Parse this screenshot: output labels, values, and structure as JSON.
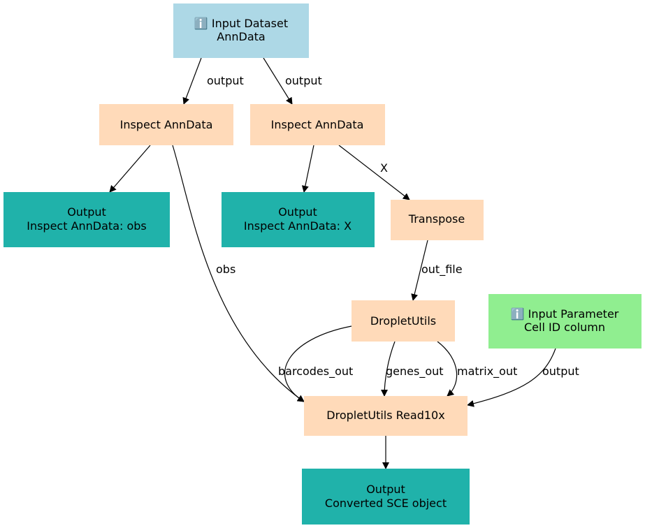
{
  "colors": {
    "input_dataset": "#add8e6",
    "input_parameter": "#90ee90",
    "tool": "#ffdab9",
    "output": "#20b2aa",
    "edge": "#000000"
  },
  "nodes": {
    "input_dataset": {
      "line1": "ℹ️ Input Dataset",
      "line2": "AnnData"
    },
    "inspect_1": {
      "label": "Inspect AnnData"
    },
    "inspect_2": {
      "label": "Inspect AnnData"
    },
    "output_obs": {
      "line1": "Output",
      "line2": "Inspect AnnData: obs"
    },
    "output_x": {
      "line1": "Output",
      "line2": "Inspect AnnData: X"
    },
    "transpose": {
      "label": "Transpose"
    },
    "dropletutils": {
      "label": "DropletUtils"
    },
    "input_parameter": {
      "line1": "ℹ️ Input Parameter",
      "line2": "Cell ID column"
    },
    "read10x": {
      "label": "DropletUtils Read10x"
    },
    "output_sce": {
      "line1": "Output",
      "line2": "Converted SCE object"
    }
  },
  "edges": {
    "dataset_to_inspect1": "output",
    "dataset_to_inspect2": "output",
    "inspect2_to_transpose": "X",
    "inspect1_to_read10x": "obs",
    "transpose_to_dropletutils": "out_file",
    "dropletutils_barcodes": "barcodes_out",
    "dropletutils_genes": "genes_out",
    "dropletutils_matrix": "matrix_out",
    "parameter_to_read10x": "output"
  }
}
